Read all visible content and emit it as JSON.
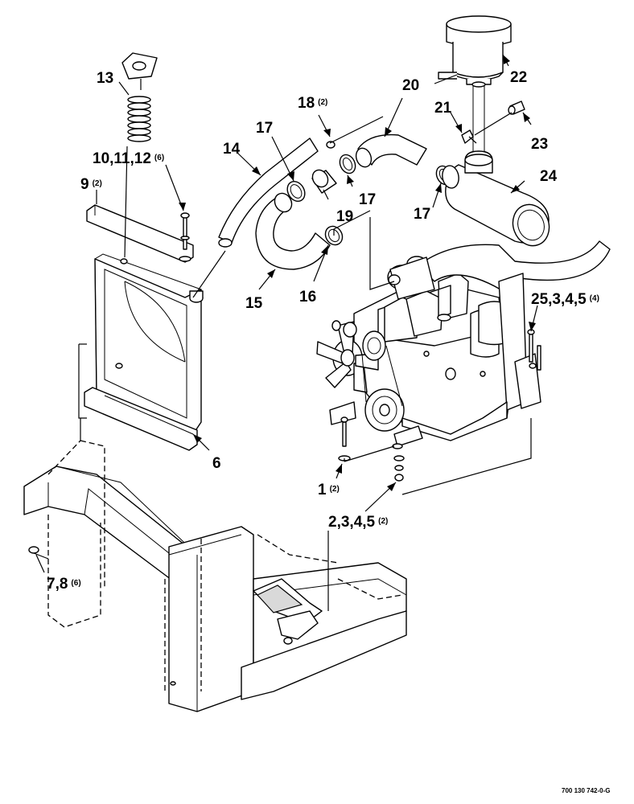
{
  "diagram": {
    "type": "exploded-parts-view",
    "drawing_code": "700 130 742-0-G",
    "callouts": [
      {
        "id": "c13",
        "num": "13",
        "qty": ""
      },
      {
        "id": "c10",
        "num": "10,11,12",
        "qty": "(6)"
      },
      {
        "id": "c9",
        "num": "9",
        "qty": "(2)"
      },
      {
        "id": "c14",
        "num": "14",
        "qty": ""
      },
      {
        "id": "c17a",
        "num": "17",
        "qty": ""
      },
      {
        "id": "c18",
        "num": "18",
        "qty": "(2)"
      },
      {
        "id": "c20",
        "num": "20",
        "qty": ""
      },
      {
        "id": "c21",
        "num": "21",
        "qty": ""
      },
      {
        "id": "c22",
        "num": "22",
        "qty": ""
      },
      {
        "id": "c23",
        "num": "23",
        "qty": ""
      },
      {
        "id": "c24",
        "num": "24",
        "qty": ""
      },
      {
        "id": "c17b",
        "num": "17",
        "qty": ""
      },
      {
        "id": "c17c",
        "num": "17",
        "qty": ""
      },
      {
        "id": "c19",
        "num": "19",
        "qty": ""
      },
      {
        "id": "c15",
        "num": "15",
        "qty": ""
      },
      {
        "id": "c16",
        "num": "16",
        "qty": ""
      },
      {
        "id": "c25",
        "num": "25,3,4,5",
        "qty": "(4)"
      },
      {
        "id": "c6",
        "num": "6",
        "qty": ""
      },
      {
        "id": "c1",
        "num": "1",
        "qty": "(2)"
      },
      {
        "id": "c2",
        "num": "2,3,4,5",
        "qty": "(2)"
      },
      {
        "id": "c7",
        "num": "7,8",
        "qty": "(6)"
      }
    ]
  }
}
